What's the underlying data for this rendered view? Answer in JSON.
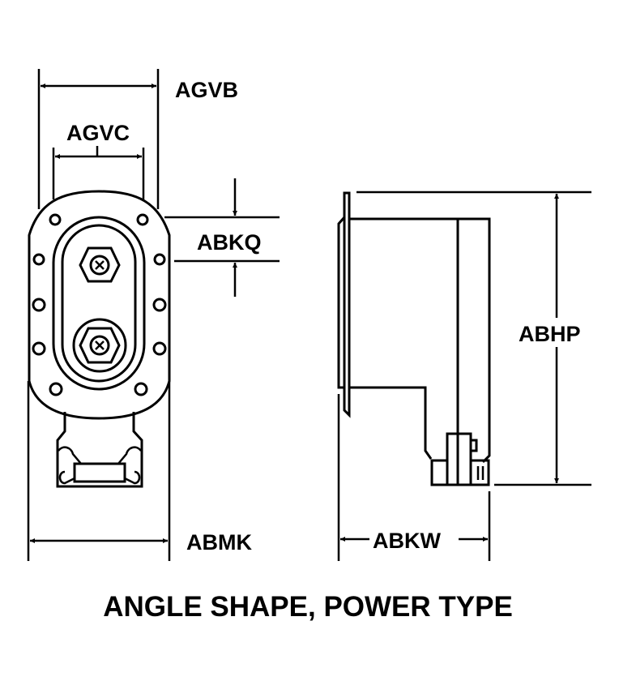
{
  "title": "ANGLE SHAPE, POWER TYPE",
  "dimensions": {
    "agvb": "AGVB",
    "agvc": "AGVC",
    "abkq": "ABKQ",
    "abmk": "ABMK",
    "abhp": "ABHP",
    "abkw": "ABKW"
  },
  "colors": {
    "line": "#000000",
    "background": "#ffffff"
  }
}
